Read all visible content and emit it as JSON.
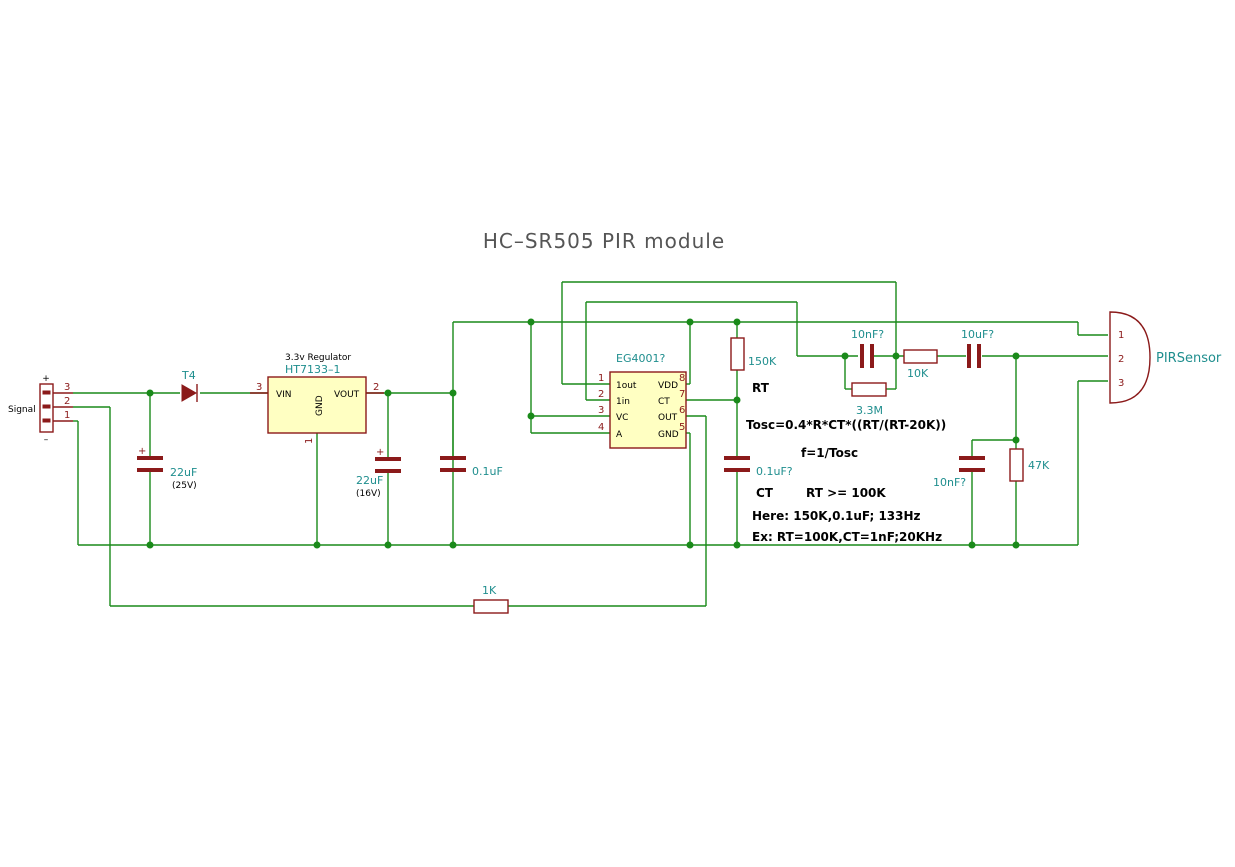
{
  "title": "HC–SR505 PIR module",
  "connector": {
    "name": "Signal",
    "plus": "+",
    "minus": "–",
    "pins": [
      "3",
      "2",
      "1"
    ]
  },
  "diode": {
    "ref": "T4"
  },
  "cap_22uf_in": {
    "value": "22uF",
    "rating": "(25V)",
    "polarity": "+"
  },
  "regulator": {
    "desc": "3.3v Regulator",
    "ref": "HT7133–1",
    "vin": "VIN",
    "vout": "VOUT",
    "gnd": "GND",
    "pin_vin": "3",
    "pin_vout": "2",
    "pin_gnd": "1"
  },
  "cap_22uf_out": {
    "value": "22uF",
    "rating": "(16V)",
    "polarity": "+"
  },
  "cap_01uf": {
    "value": "0.1uF"
  },
  "ic": {
    "ref": "EG4001?",
    "left_pins": [
      {
        "num": "1",
        "name": "1out"
      },
      {
        "num": "2",
        "name": "1in"
      },
      {
        "num": "3",
        "name": "VC"
      },
      {
        "num": "4",
        "name": "A"
      }
    ],
    "right_pins": [
      {
        "num": "8",
        "name": "VDD"
      },
      {
        "num": "7",
        "name": "CT"
      },
      {
        "num": "6",
        "name": "OUT"
      },
      {
        "num": "5",
        "name": "GND"
      }
    ]
  },
  "res_150k": {
    "value": "150K",
    "label": "RT"
  },
  "cap_ct": {
    "value": "0.1uF?",
    "label": "CT"
  },
  "notes": {
    "tosc": "Tosc=0.4*R*CT*((RT/(RT-20K))",
    "freq": "f=1/Tosc",
    "rt_min": "RT >= 100K",
    "here": "Here: 150K,0.1uF; 133Hz",
    "ex": "Ex: RT=100K,CT=1nF;20KHz"
  },
  "cap_10nf_top": {
    "value": "10nF?"
  },
  "res_33m": {
    "value": "3.3M"
  },
  "res_10k": {
    "value": "10K"
  },
  "cap_10uf": {
    "value": "10uF?"
  },
  "cap_10nf_bot": {
    "value": "10nF?"
  },
  "res_47k": {
    "value": "47K"
  },
  "res_1k": {
    "value": "1K"
  },
  "pir": {
    "ref": "PIRSensor",
    "pins": [
      "1",
      "2",
      "3"
    ]
  },
  "colors": {
    "wire": "#1a8a1a",
    "component": "#8b1a1a",
    "reference": "#1f8e8e",
    "ic_fill": "#ffffc2"
  }
}
